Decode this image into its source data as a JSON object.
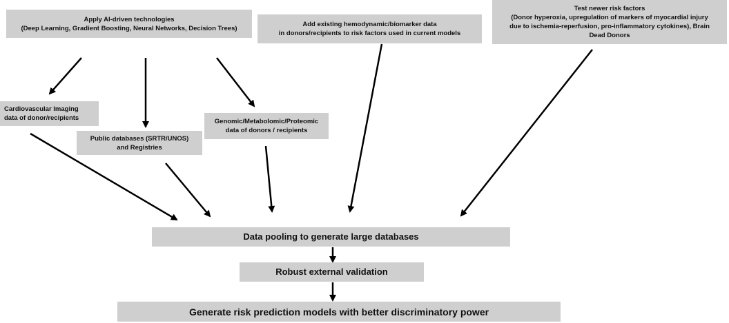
{
  "boxes": {
    "ai": {
      "line1": "Apply AI-driven technologies",
      "line2": "(Deep Learning, Gradient Boosting, Neural Networks, Decision Trees)"
    },
    "hemo": {
      "line1": "Add existing hemodynamic/biomarker data",
      "line2": "in donors/recipients to risk factors used in  current models"
    },
    "newer": {
      "line1": "Test newer risk factors",
      "line2": "(Donor hyperoxia, upregulation of markers of myocardial injury",
      "line3": "due to ischemia-reperfusion, pro-inflammatory cytokines), Brain",
      "line4": "Dead Donors"
    },
    "imaging": {
      "line1": "Cardiovascular Imaging",
      "line2": "data of donor/recipients"
    },
    "public": {
      "line1": "Public databases (SRTR/UNOS)",
      "line2": "and Registries"
    },
    "genomic": {
      "line1": "Genomic/Metabolomic/Proteomic",
      "line2": "data of donors / recipients"
    },
    "pooling": {
      "label": "Data pooling to generate large databases"
    },
    "validation": {
      "label": "Robust external validation"
    },
    "models": {
      "label": "Generate risk prediction models with better discriminatory power"
    }
  },
  "colors": {
    "box_fill": "#cfcfcf",
    "arrow": "#000000",
    "text": "#111111"
  }
}
